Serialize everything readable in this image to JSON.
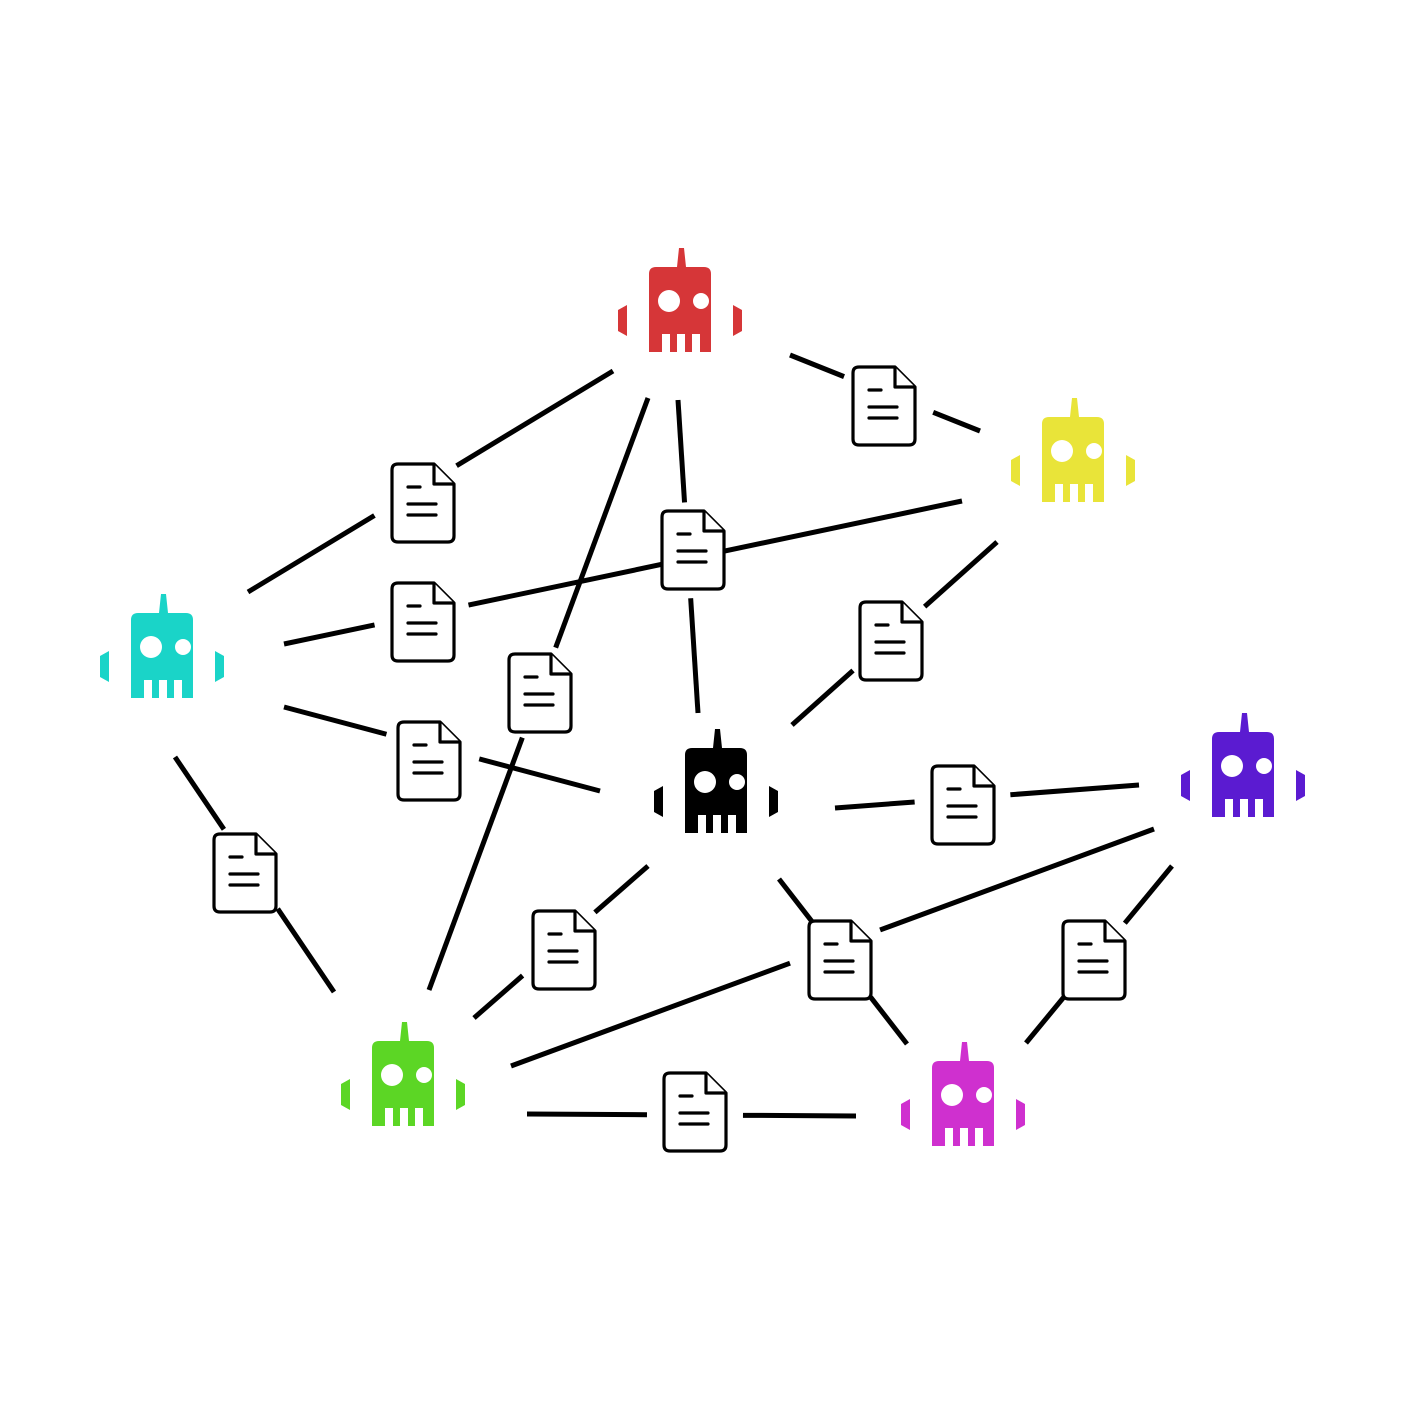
{
  "diagram": {
    "background": "#ffffff",
    "line_color": "#000000",
    "nodes": [
      {
        "id": "red",
        "icon": "robot-icon",
        "color": "#d63638"
      },
      {
        "id": "yellow",
        "icon": "robot-icon",
        "color": "#e9e439"
      },
      {
        "id": "cyan",
        "icon": "robot-icon",
        "color": "#1ad4c8"
      },
      {
        "id": "black",
        "icon": "robot-icon",
        "color": "#000000"
      },
      {
        "id": "purple",
        "icon": "robot-icon",
        "color": "#5b1bd1"
      },
      {
        "id": "green",
        "icon": "robot-icon",
        "color": "#5cd625"
      },
      {
        "id": "magenta",
        "icon": "robot-icon",
        "color": "#cf30cf"
      }
    ],
    "edges": [
      {
        "from": "red",
        "to": "yellow",
        "icon": "document-icon"
      },
      {
        "from": "red",
        "to": "cyan",
        "icon": "document-icon"
      },
      {
        "from": "red",
        "to": "black",
        "icon": "document-icon"
      },
      {
        "from": "red",
        "to": "green",
        "icon": "document-icon"
      },
      {
        "from": "yellow",
        "to": "cyan",
        "icon": "document-icon"
      },
      {
        "from": "yellow",
        "to": "black",
        "icon": "document-icon"
      },
      {
        "from": "cyan",
        "to": "black",
        "icon": "document-icon"
      },
      {
        "from": "cyan",
        "to": "green",
        "icon": "document-icon"
      },
      {
        "from": "black",
        "to": "purple",
        "icon": "document-icon"
      },
      {
        "from": "black",
        "to": "green",
        "icon": "document-icon"
      },
      {
        "from": "black",
        "to": "magenta",
        "icon": "document-icon"
      },
      {
        "from": "purple",
        "to": "green",
        "icon": "document-icon"
      },
      {
        "from": "purple",
        "to": "magenta",
        "icon": "document-icon"
      },
      {
        "from": "green",
        "to": "magenta",
        "icon": "document-icon"
      }
    ]
  }
}
